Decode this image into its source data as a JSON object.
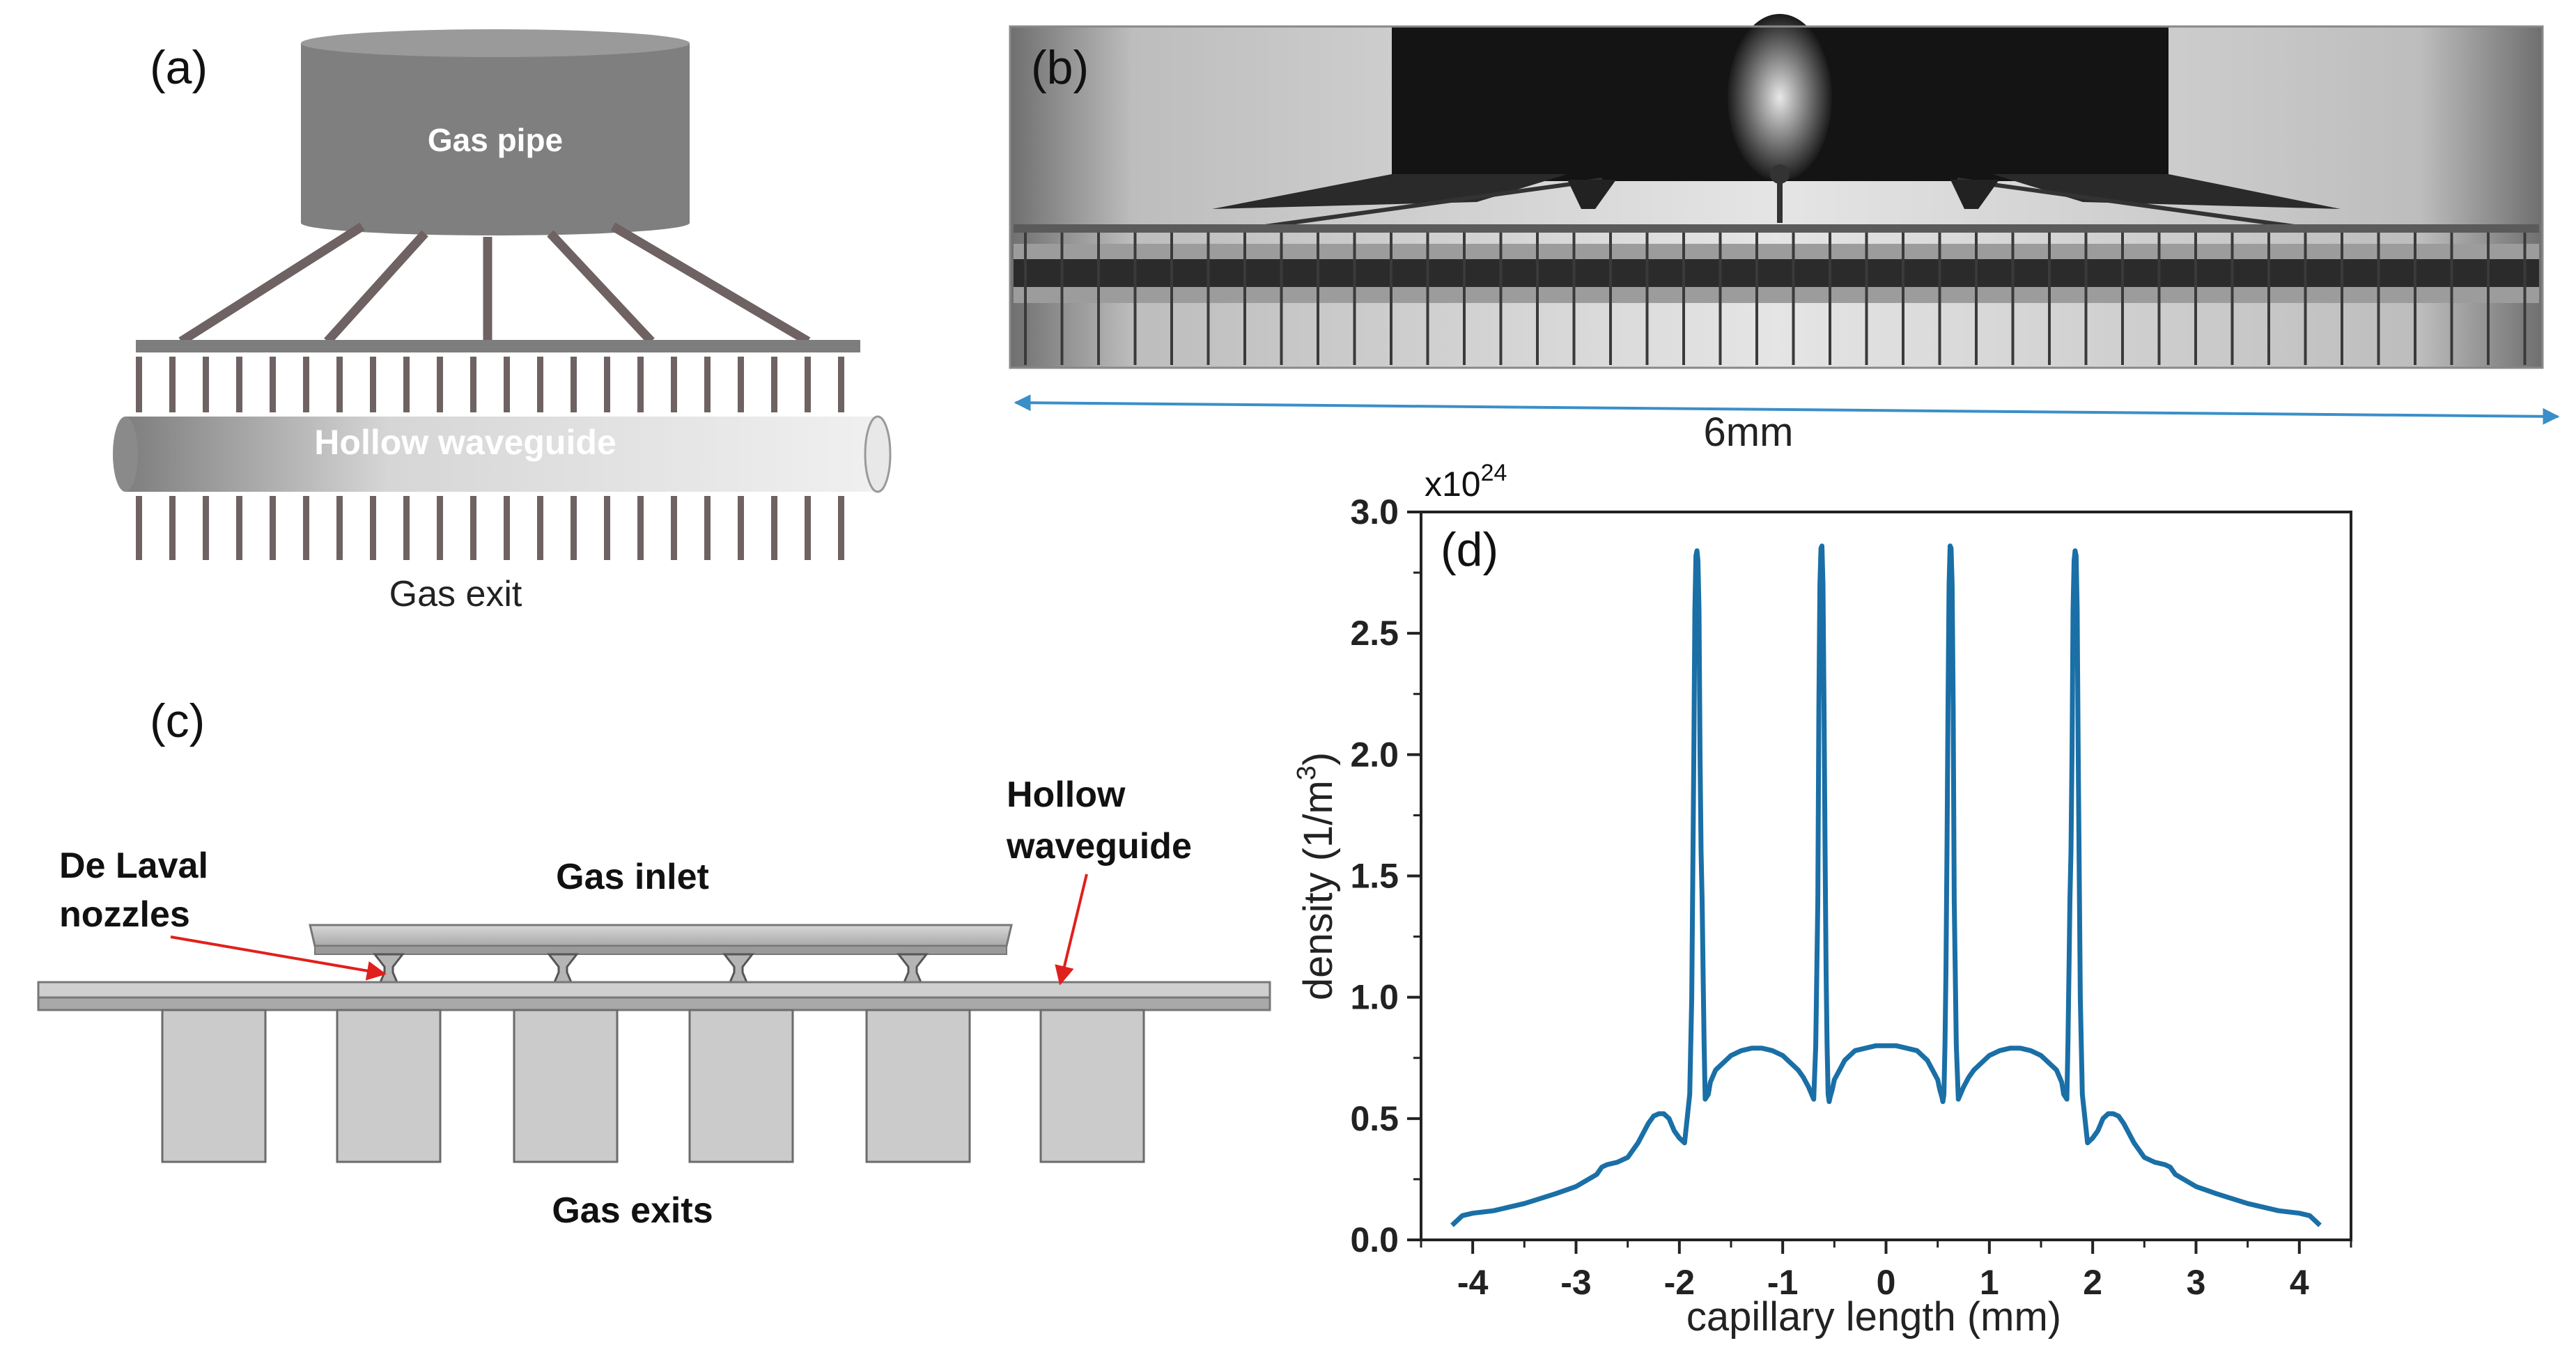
{
  "panel_a": {
    "label": "(a)",
    "pipe_label": "Gas pipe",
    "waveguide_label": "Hollow waveguide",
    "exit_label": "Gas exit"
  },
  "panel_b": {
    "label": "(b)",
    "scale_label": "6mm"
  },
  "panel_c": {
    "label": "(c)",
    "inlet_label": "Gas inlet",
    "nozzle_label_line1": "De Laval",
    "nozzle_label_line2": "nozzles",
    "waveguide_label_line1": "Hollow",
    "waveguide_label_line2": "waveguide",
    "exits_label": "Gas exits"
  },
  "colors": {
    "curve": "#1a6fa6",
    "arrow_red": "#e0201c",
    "scale_arrow": "#3a8fc8"
  },
  "chart_data": {
    "type": "line",
    "panel_label": "(d)",
    "xlabel": "capillary length (mm)",
    "ylabel_main": "density (1/m",
    "ylabel_sup": "3",
    "ylabel_end": ")",
    "multiplier_base": "x10",
    "multiplier_exp": "24",
    "xlim": [
      -4.5,
      4.5
    ],
    "ylim": [
      0,
      3.0
    ],
    "xticks": [
      -4,
      -3,
      -2,
      -1,
      0,
      1,
      2,
      3,
      4
    ],
    "xtick_labels": [
      "-4",
      "-3",
      "-2",
      "-1",
      "0",
      "1",
      "2",
      "3",
      "4"
    ],
    "yticks": [
      0,
      0.5,
      1.0,
      1.5,
      2.0,
      2.5,
      3.0
    ],
    "ytick_labels": [
      "0.0",
      "0.5",
      "1.0",
      "1.5",
      "2.0",
      "2.5",
      "3.0"
    ],
    "series": [
      {
        "x": [
          -4.2,
          -4.1,
          -4.0,
          -3.8,
          -3.5,
          -3.2,
          -3.0,
          -2.8,
          -2.75,
          -2.7,
          -2.6,
          -2.5,
          -2.4,
          -2.3,
          -2.25,
          -2.2,
          -2.15,
          -2.1,
          -2.05,
          -2.0,
          -1.95,
          -1.9,
          -1.88,
          -1.86,
          -1.85,
          -1.84,
          -1.83,
          -1.82,
          -1.81,
          -1.8,
          -1.79,
          -1.78,
          -1.77,
          -1.76,
          -1.75,
          -1.72,
          -1.7,
          -1.65,
          -1.6,
          -1.5,
          -1.4,
          -1.3,
          -1.2,
          -1.1,
          -1.0,
          -0.9,
          -0.85,
          -0.8,
          -0.75,
          -0.72,
          -0.7,
          -0.68,
          -0.66,
          -0.65,
          -0.64,
          -0.63,
          -0.62,
          -0.61,
          -0.6,
          -0.59,
          -0.58,
          -0.57,
          -0.56,
          -0.55,
          -0.54,
          -0.52,
          -0.5,
          -0.45,
          -0.4,
          -0.3,
          -0.2,
          -0.1,
          0.0,
          0.1,
          0.2,
          0.3,
          0.4,
          0.45,
          0.5,
          0.52,
          0.54,
          0.55,
          0.56,
          0.57,
          0.58,
          0.59,
          0.6,
          0.61,
          0.62,
          0.63,
          0.64,
          0.65,
          0.66,
          0.68,
          0.7,
          0.72,
          0.75,
          0.8,
          0.85,
          0.9,
          1.0,
          1.1,
          1.2,
          1.3,
          1.4,
          1.5,
          1.6,
          1.65,
          1.7,
          1.72,
          1.75,
          1.76,
          1.77,
          1.78,
          1.79,
          1.8,
          1.81,
          1.82,
          1.83,
          1.84,
          1.85,
          1.86,
          1.88,
          1.9,
          1.95,
          2.0,
          2.05,
          2.1,
          2.15,
          2.2,
          2.25,
          2.3,
          2.4,
          2.5,
          2.6,
          2.7,
          2.75,
          2.8,
          3.0,
          3.2,
          3.5,
          3.8,
          4.0,
          4.1,
          4.2
        ],
        "y": [
          0.06,
          0.1,
          0.11,
          0.12,
          0.15,
          0.19,
          0.22,
          0.27,
          0.3,
          0.31,
          0.32,
          0.34,
          0.4,
          0.48,
          0.51,
          0.52,
          0.52,
          0.5,
          0.45,
          0.42,
          0.4,
          0.6,
          1.0,
          2.0,
          2.6,
          2.82,
          2.84,
          2.8,
          2.6,
          2.0,
          1.6,
          1.4,
          1.1,
          0.8,
          0.58,
          0.6,
          0.65,
          0.7,
          0.72,
          0.76,
          0.78,
          0.79,
          0.79,
          0.78,
          0.76,
          0.72,
          0.7,
          0.67,
          0.63,
          0.6,
          0.58,
          0.8,
          1.4,
          2.2,
          2.7,
          2.85,
          2.86,
          2.7,
          2.2,
          1.6,
          1.1,
          0.8,
          0.6,
          0.57,
          0.59,
          0.62,
          0.66,
          0.7,
          0.74,
          0.78,
          0.79,
          0.8,
          0.8,
          0.8,
          0.79,
          0.78,
          0.74,
          0.7,
          0.66,
          0.62,
          0.59,
          0.57,
          0.6,
          0.8,
          1.1,
          1.6,
          2.2,
          2.7,
          2.86,
          2.85,
          2.7,
          2.2,
          1.4,
          0.8,
          0.58,
          0.6,
          0.63,
          0.67,
          0.7,
          0.72,
          0.76,
          0.78,
          0.79,
          0.79,
          0.78,
          0.76,
          0.72,
          0.7,
          0.65,
          0.6,
          0.58,
          0.8,
          1.1,
          1.4,
          1.6,
          2.0,
          2.6,
          2.8,
          2.84,
          2.82,
          2.6,
          2.0,
          1.0,
          0.6,
          0.4,
          0.42,
          0.45,
          0.5,
          0.52,
          0.52,
          0.51,
          0.48,
          0.4,
          0.34,
          0.32,
          0.31,
          0.3,
          0.27,
          0.22,
          0.19,
          0.15,
          0.12,
          0.11,
          0.1,
          0.06
        ]
      }
    ]
  }
}
